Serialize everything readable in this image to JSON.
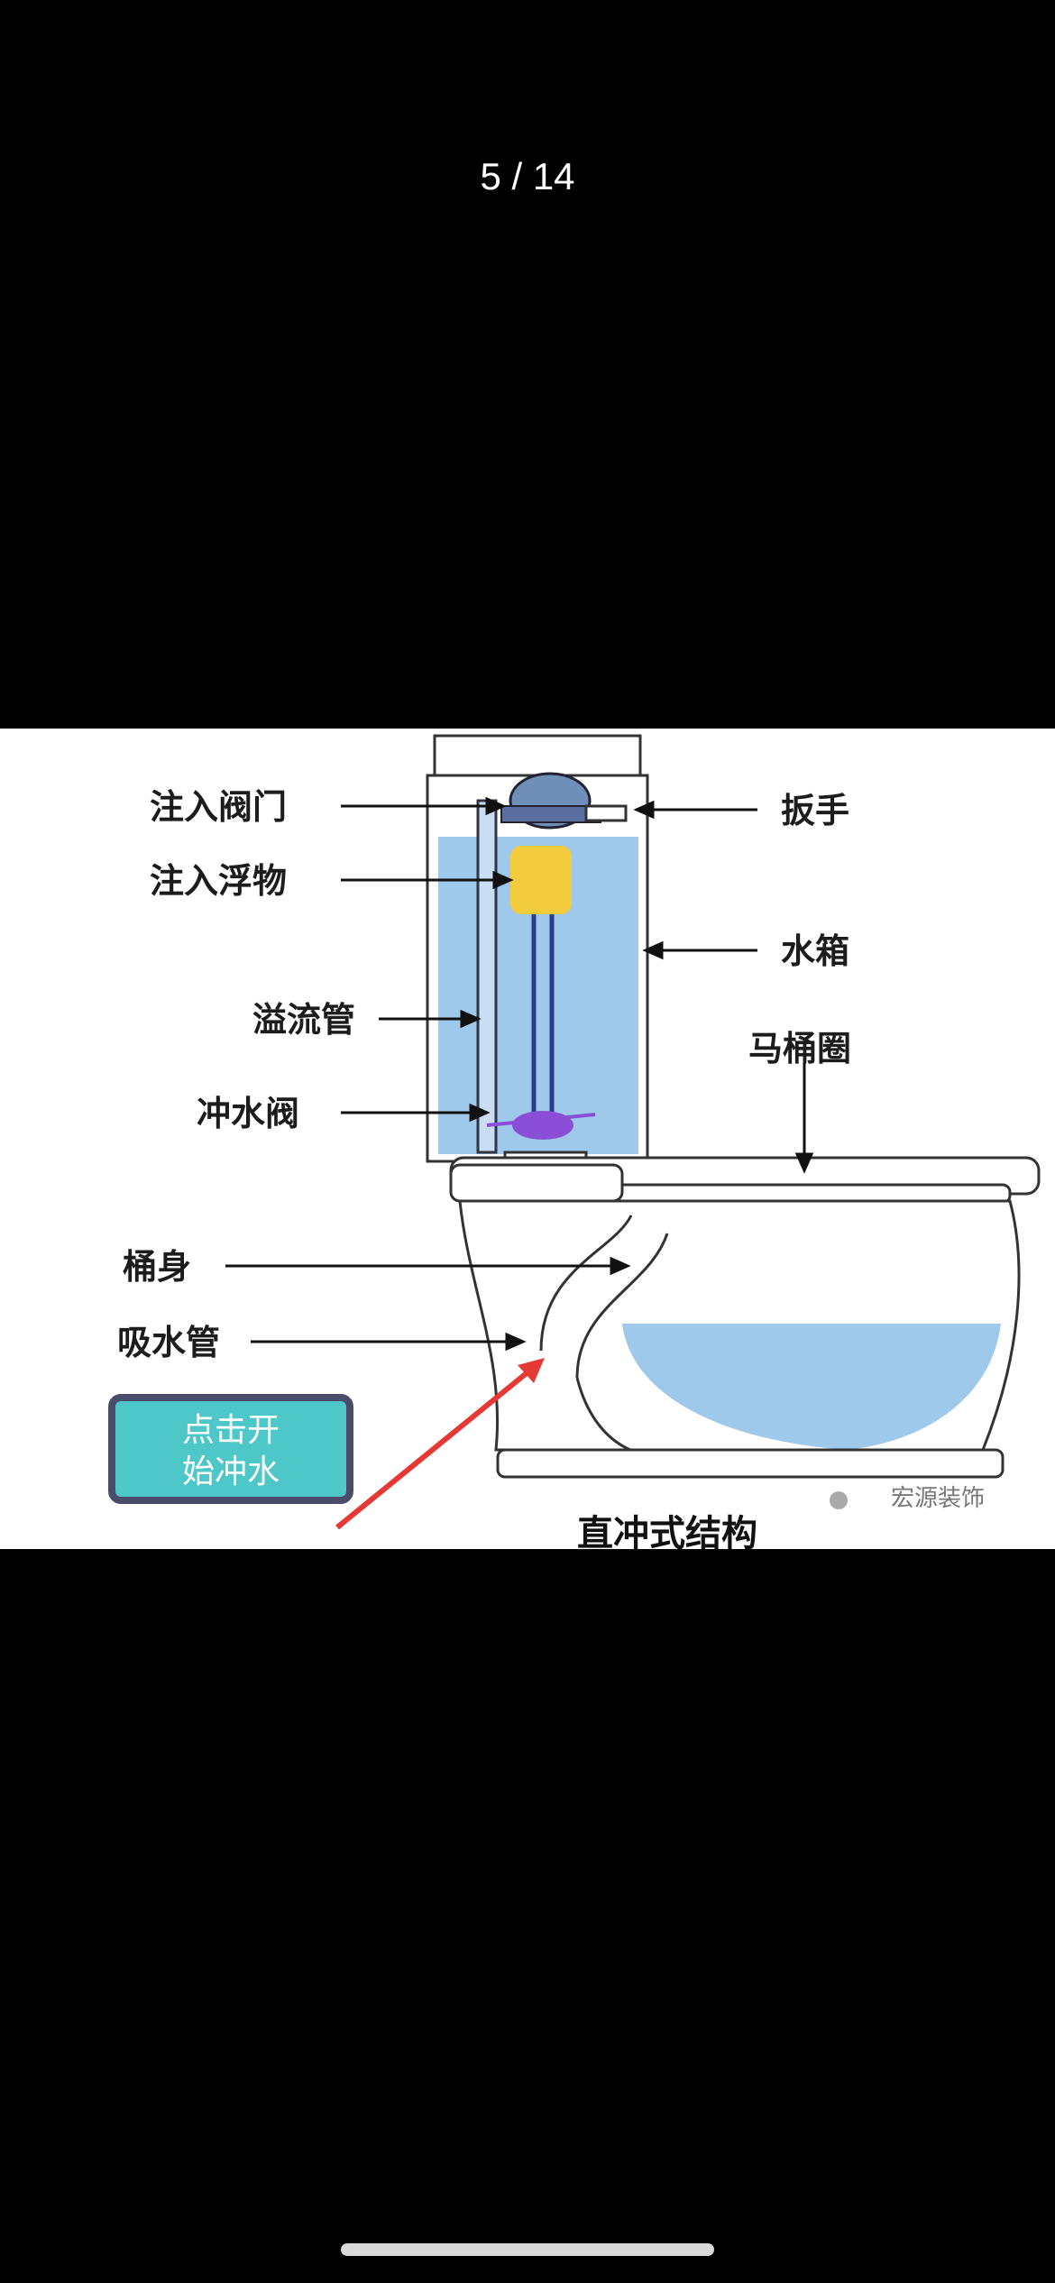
{
  "viewer": {
    "counter": "5 / 14"
  },
  "diagram": {
    "labels": {
      "inlet_valve": "注入阀门",
      "float": "注入浮物",
      "overflow_pipe": "溢流管",
      "flush_valve": "冲水阀",
      "handle": "扳手",
      "tank": "水箱",
      "seat": "马桶圈",
      "bowl_body": "桶身",
      "siphon_pipe": "吸水管",
      "caption": "直冲式结构",
      "watermark": "宏源装饰"
    },
    "button": {
      "line1": "点击开",
      "line2": "始冲水"
    }
  },
  "colors": {
    "water": "#9ec9ea",
    "float": "#f2cc3c",
    "flush_valve": "#8a4fd6",
    "button": "#4ec7c9",
    "arrow_red": "#e53935"
  }
}
